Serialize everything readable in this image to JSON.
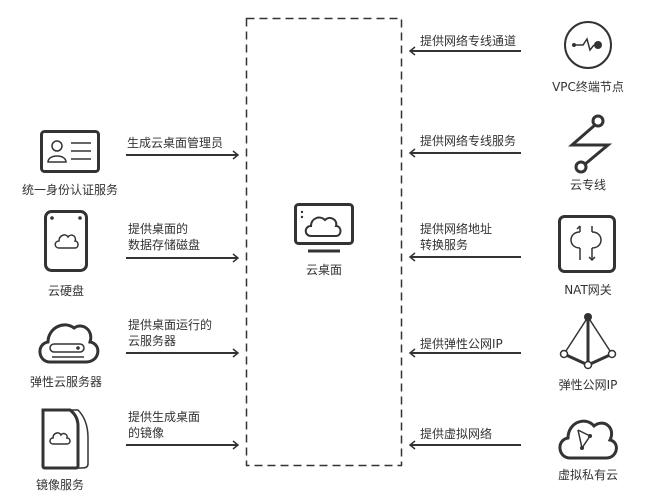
{
  "center": {
    "label": "云桌面",
    "icon": "cloud-desktop-icon"
  },
  "left_services": [
    {
      "name": "统一身份认证服务",
      "icon": "id-card-icon",
      "edge": "生成云桌面管理员"
    },
    {
      "name": "云硬盘",
      "icon": "cloud-disk-icon",
      "edge_lines": [
        "提供桌面的",
        "数据存储磁盘"
      ]
    },
    {
      "name": "弹性云服务器",
      "icon": "cloud-server-icon",
      "edge_lines": [
        "提供桌面运行的",
        "云服务器"
      ]
    },
    {
      "name": "镜像服务",
      "icon": "image-service-icon",
      "edge_lines": [
        "提供生成桌面",
        "的镜像"
      ]
    }
  ],
  "right_services": [
    {
      "name": "VPC终端节点",
      "icon": "vpc-endpoint-icon",
      "edge": "提供网络专线通道"
    },
    {
      "name": "云专线",
      "icon": "direct-connect-icon",
      "edge": "提供网络专线服务"
    },
    {
      "name": "NAT网关",
      "icon": "nat-gateway-icon",
      "edge_lines": [
        "提供网络地址",
        "转换服务"
      ]
    },
    {
      "name": "弹性公网IP",
      "icon": "eip-icon",
      "edge": "提供弹性公网IP"
    },
    {
      "name": "虚拟私有云",
      "icon": "vpc-icon",
      "edge": "提供虚拟网络"
    }
  ],
  "colors": {
    "stroke": "#333333",
    "text": "#333333"
  }
}
